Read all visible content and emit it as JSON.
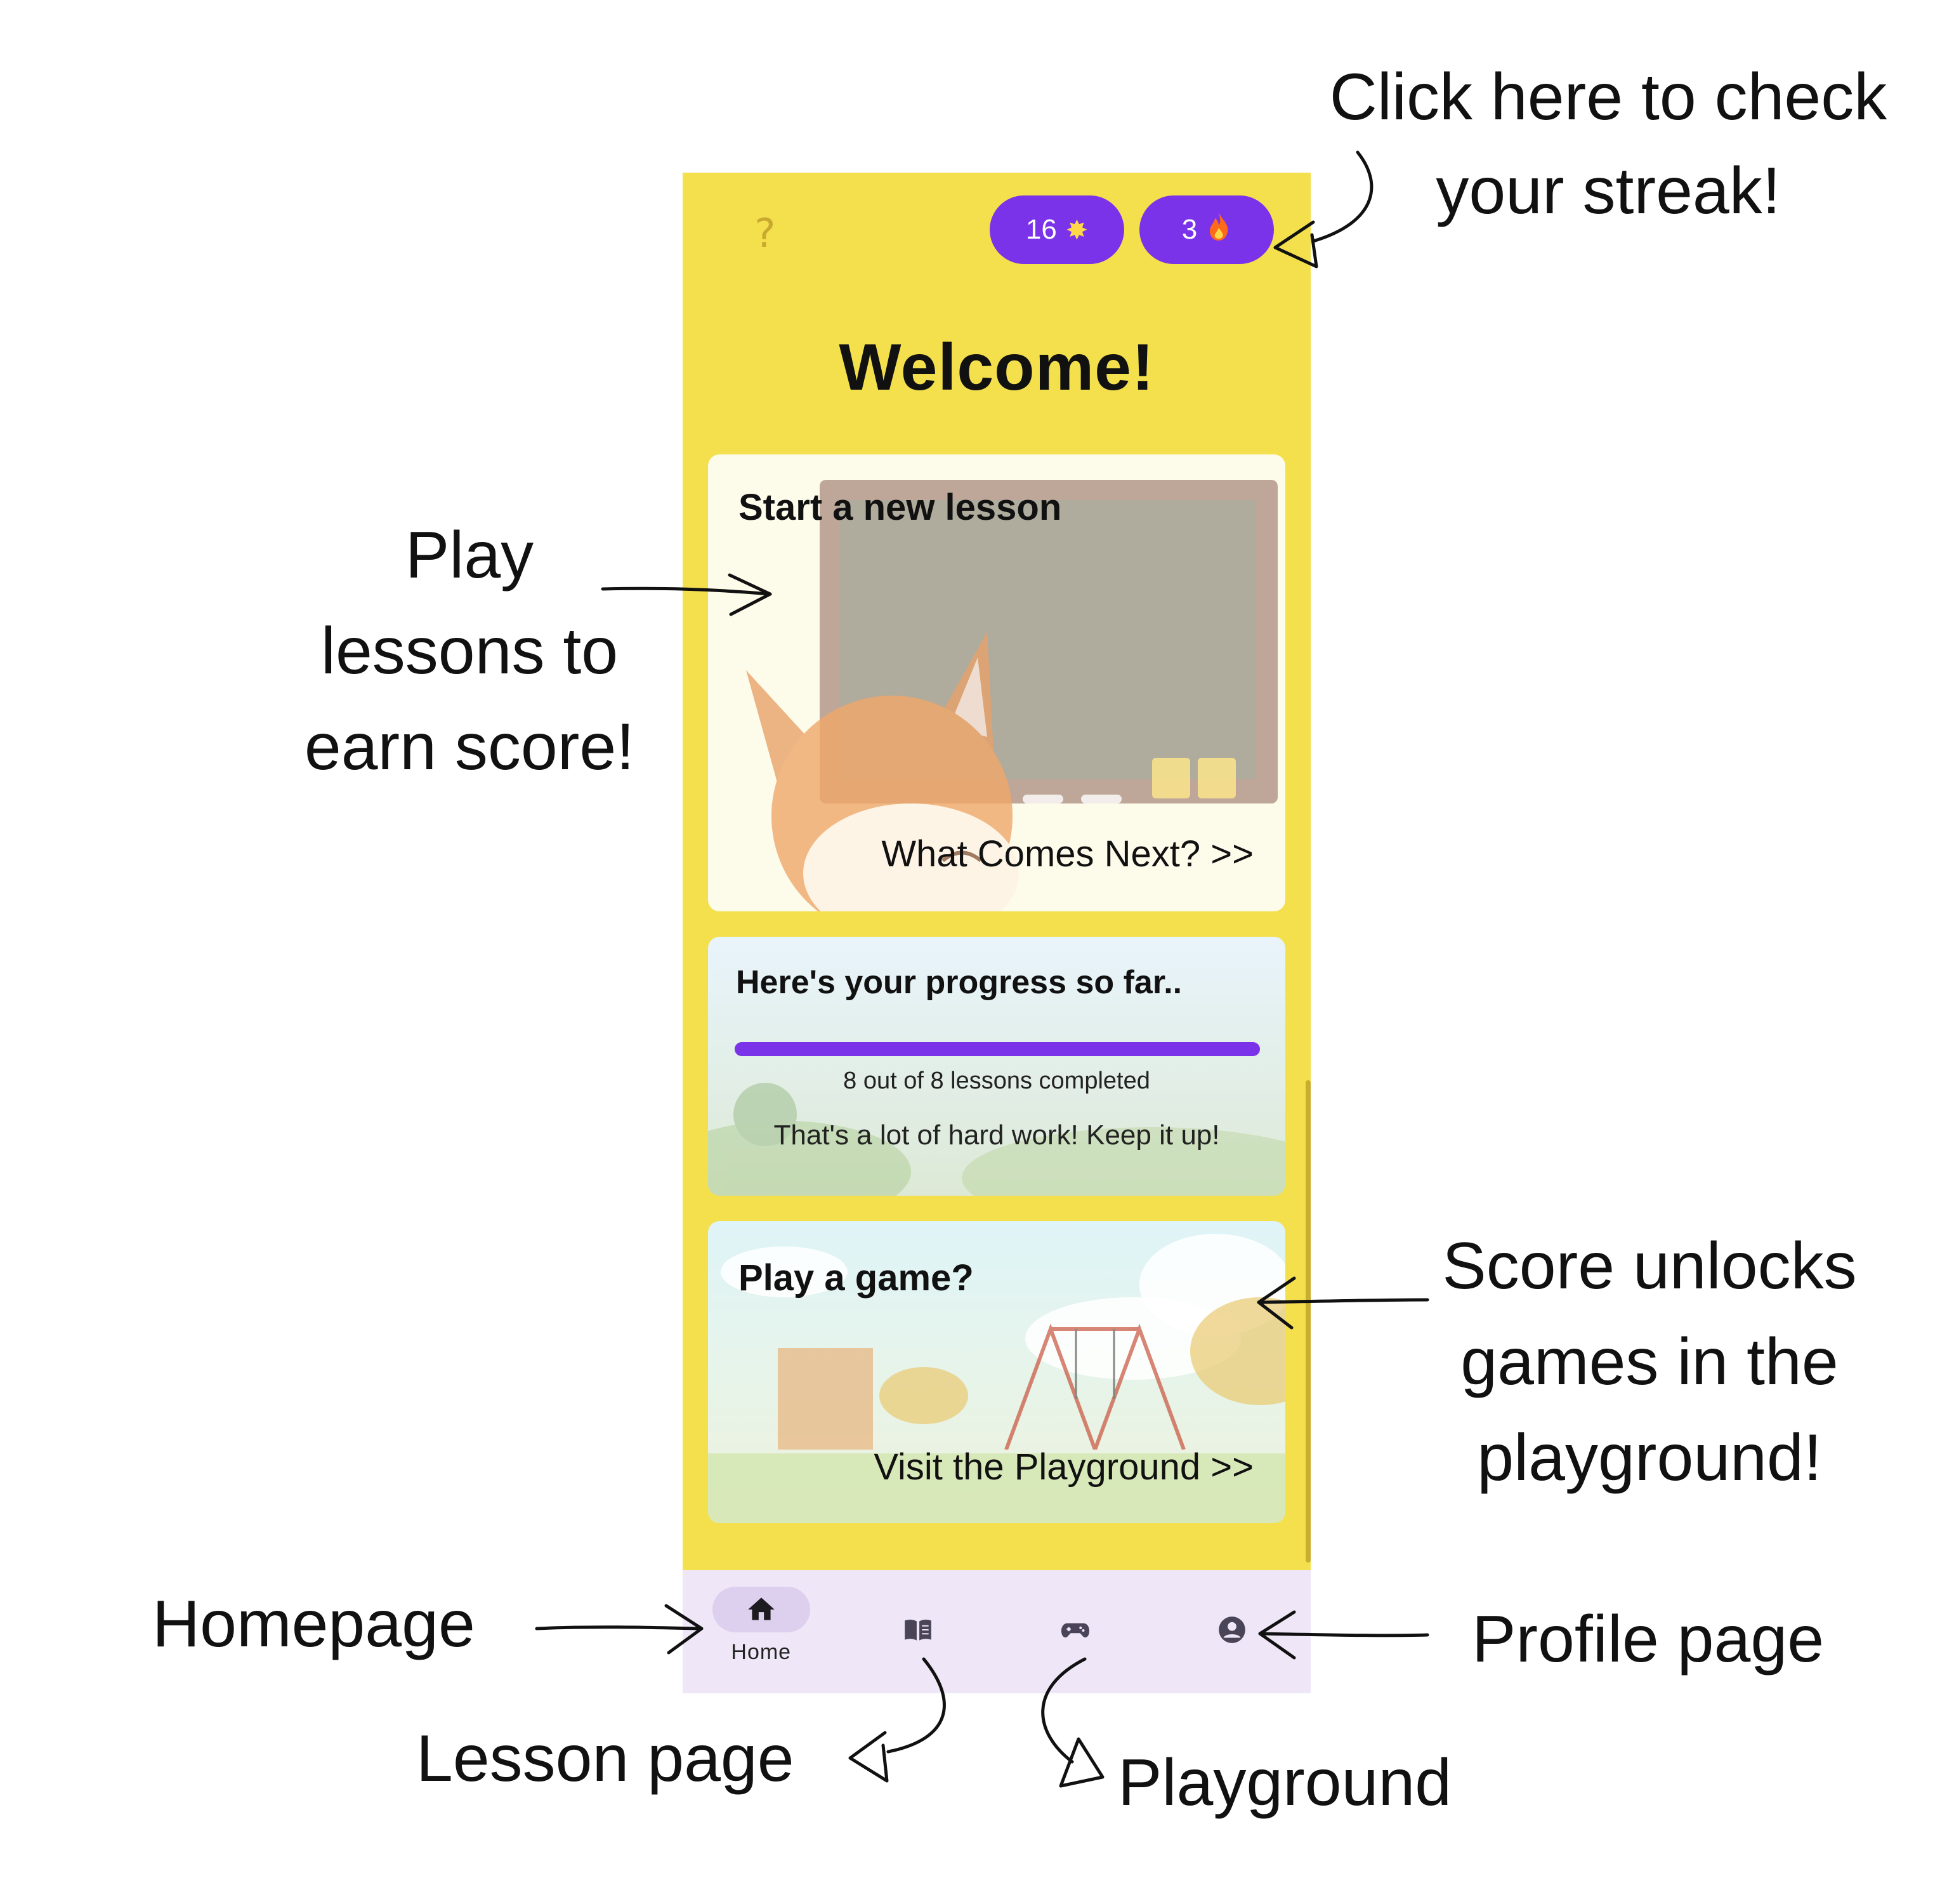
{
  "phone": {
    "help_icon": "?",
    "score": {
      "value": "16",
      "icon": "star-icon"
    },
    "streak": {
      "value": "3",
      "icon": "fire-icon"
    },
    "welcome": "Welcome!",
    "lesson_card": {
      "title": "Start a new lesson",
      "link": "What Comes Next? >>"
    },
    "progress_card": {
      "title": "Here's your progress so far..",
      "completed": 8,
      "total": 8,
      "count_text": "8 out of 8 lessons completed",
      "message": "That's a lot of hard work! Keep it up!"
    },
    "game_card": {
      "title": "Play a game?",
      "link": "Visit the Playground >>"
    },
    "nav": [
      {
        "label": "Home",
        "icon": "home-icon",
        "active": true
      },
      {
        "label": "",
        "icon": "book-icon",
        "active": false
      },
      {
        "label": "",
        "icon": "gamepad-icon",
        "active": false
      },
      {
        "label": "",
        "icon": "profile-icon",
        "active": false
      }
    ],
    "colors": {
      "background": "#f4e04d",
      "accent": "#7a33e8",
      "nav_bg": "#efe7f8"
    }
  },
  "annotations": {
    "streak_line1": "Click here to check",
    "streak_line2": "your streak!",
    "lessons_line1": "Play",
    "lessons_line2": "lessons to",
    "lessons_line3": "earn score!",
    "score_line1": "Score unlocks",
    "score_line2": "games in the",
    "score_line3": "playground!",
    "homepage": "Homepage",
    "profile_page": "Profile page",
    "lesson_page": "Lesson page",
    "playground": "Playground"
  }
}
